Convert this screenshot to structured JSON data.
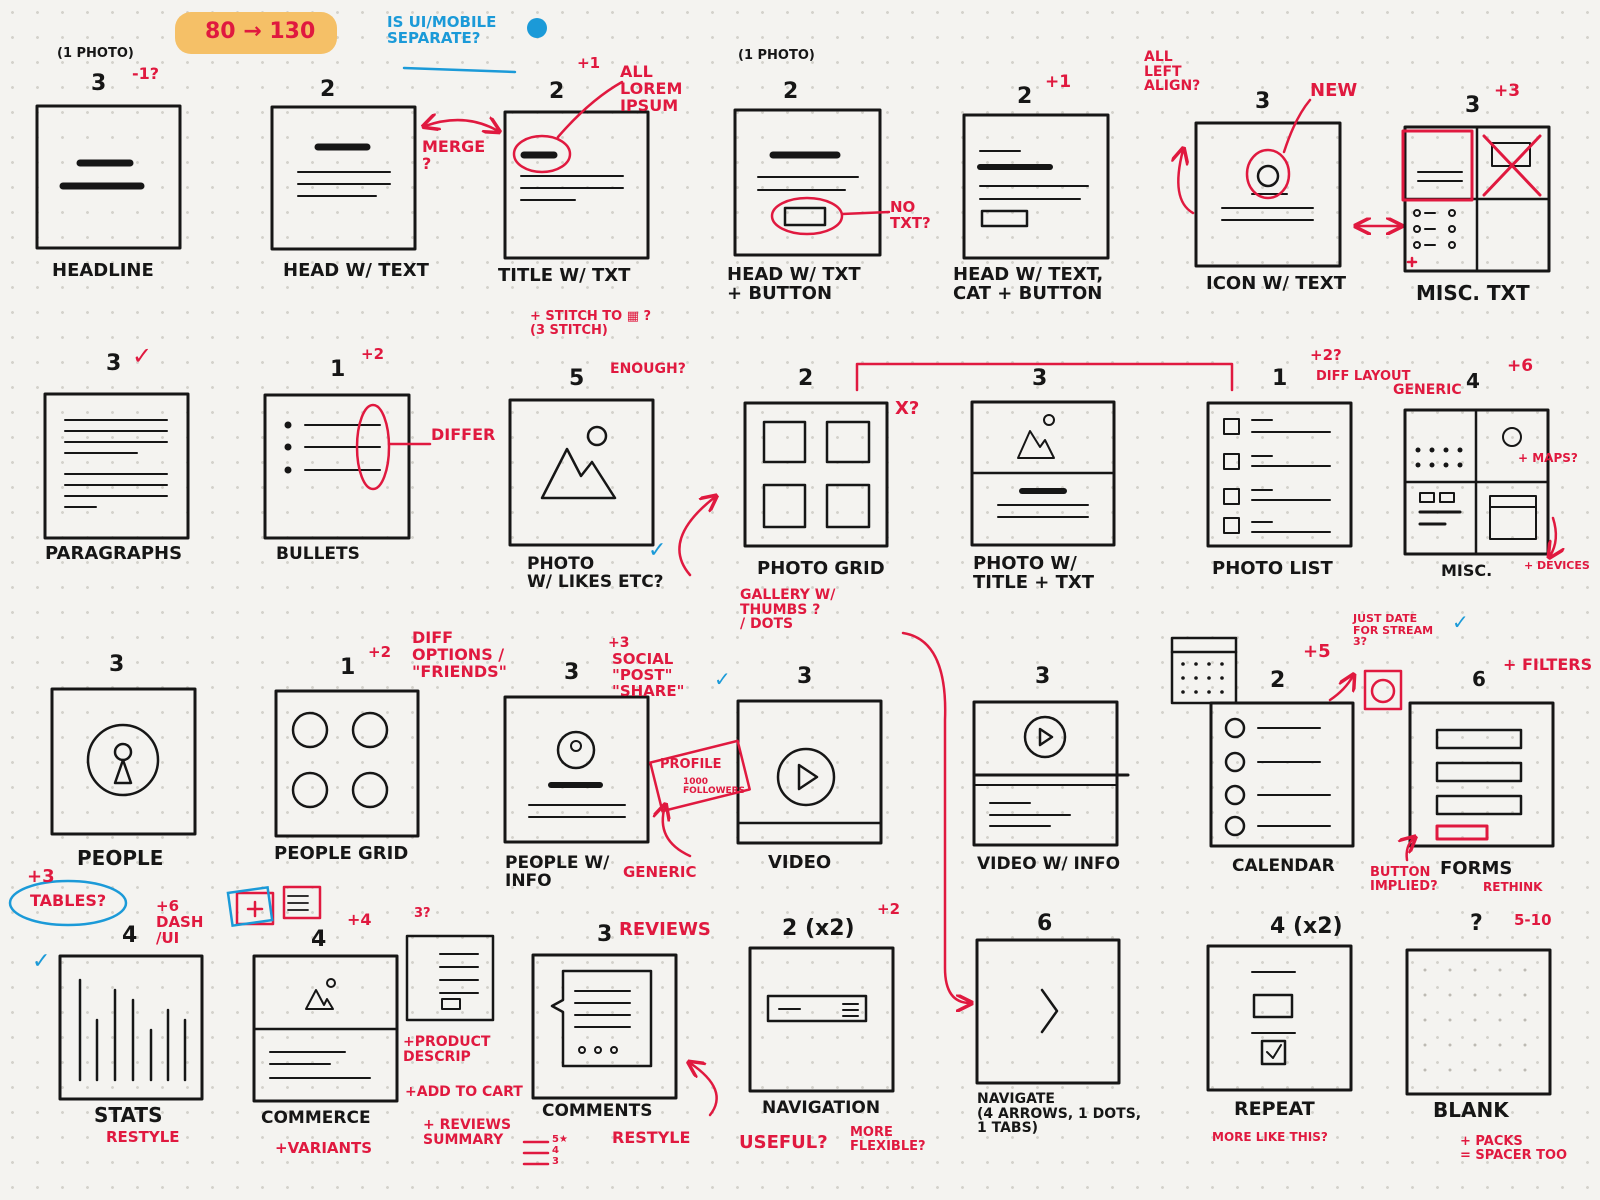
{
  "header": {
    "highlight": "80 → 130",
    "question": "IS UI/MOBILE\nSEPARATE?"
  },
  "colors": {
    "ink": "#161616",
    "annotation_red": "#e0193f",
    "annotation_blue": "#1b9ad8",
    "highlight_yellow": "#f5c067",
    "paper": "#f4f3f0"
  },
  "cards": [
    {
      "label": "HEADLINE",
      "count": "3",
      "photo_note": "(1 PHOTO)",
      "note": "-1?"
    },
    {
      "label": "HEAD W/ TEXT",
      "count": "2",
      "note": "MERGE\n?"
    },
    {
      "label": "TITLE W/ TXT",
      "count": "2",
      "delta": "+1",
      "note": "ALL\nLOREM\nIPSUM"
    },
    {
      "label": "HEAD W/ TXT\n+ BUTTON",
      "count": "2",
      "photo_note": "(1 PHOTO)",
      "note": "NO\nTXT?"
    },
    {
      "label": "HEAD W/ TEXT,\nCAT + BUTTON",
      "count": "2",
      "delta": "+1"
    },
    {
      "label": "ICON W/ TEXT",
      "count": "3",
      "note": "NEW",
      "note2": "ALL\nLEFT\nALIGN?"
    },
    {
      "label": "MISC. TXT",
      "count": "3",
      "delta": "+3"
    },
    {
      "label": "PARAGRAPHS",
      "count": "3",
      "mark": "✓"
    },
    {
      "label": "BULLETS",
      "count": "1",
      "delta": "+2",
      "note": "DIFFER"
    },
    {
      "label": "PHOTO\nW/ LIKES ETC?",
      "count": "5",
      "note": "+ STITCH TO ▦ ?\n(3 STITCH)",
      "note2": "ENOUGH?",
      "mark": "✓"
    },
    {
      "label": "PHOTO GRID",
      "count": "2",
      "note": "X?",
      "note2": "GALLERY W/\nTHUMBS ?\n/ DOTS"
    },
    {
      "label": "PHOTO W/\nTITLE + TXT",
      "count": "3"
    },
    {
      "label": "PHOTO LIST",
      "count": "1",
      "delta": "+2?",
      "note": "DIFF LAYOUT"
    },
    {
      "label": "MISC.",
      "count": "4",
      "delta": "+6",
      "note": "GENERIC",
      "note2": "+ MAPS?",
      "note3": "+ DEVICES"
    },
    {
      "label": "PEOPLE",
      "count": "3"
    },
    {
      "label": "PEOPLE GRID",
      "count": "1",
      "delta": "+2",
      "note": "DIFF\nOPTIONS /\n\"FRIENDS\""
    },
    {
      "label": "PEOPLE W/\nINFO",
      "count": "3",
      "delta": "+3",
      "note": "SOCIAL\n\"POST\"\n\"SHARE\"",
      "note2": "GENERIC",
      "badge": "PROFILE",
      "badge_sub": "1000\nFOLLOWERS",
      "mark": "✓"
    },
    {
      "label": "VIDEO",
      "count": "3"
    },
    {
      "label": "VIDEO W/ INFO",
      "count": "3"
    },
    {
      "label": "CALENDAR",
      "count": "2",
      "delta": "+5",
      "note": "JUST DATE\nFOR STREAM\n3?",
      "mark": "✓"
    },
    {
      "label": "FORMS",
      "count": "6",
      "note": "+ FILTERS",
      "note2": "BUTTON\nIMPLIED?",
      "note3": "RETHINK"
    },
    {
      "label": "STATS",
      "count": "4",
      "delta": "+3",
      "note": "TABLES?",
      "note2": "RESTYLE",
      "note3": "+6\nDASH\n/UI",
      "mark": "✓"
    },
    {
      "label": "COMMERCE",
      "count": "4",
      "delta": "+4",
      "note": "+PRODUCT\nDESCRIP",
      "note2": "+ADD TO CART",
      "note3": "+ REVIEWS\nSUMMARY",
      "note4": "+VARIANTS",
      "note5": "3?",
      "stars": [
        "5★",
        "4",
        "3"
      ]
    },
    {
      "label": "COMMENTS",
      "count": "3",
      "note": "REVIEWS",
      "note2": "RESTYLE"
    },
    {
      "label": "NAVIGATION",
      "count": "2 (x2)",
      "delta": "+2",
      "note": "USEFUL?",
      "note2": "MORE\nFLEXIBLE?"
    },
    {
      "label": "NAVIGATE\n(4 ARROWS, 1 DOTS,\n1 TABS)",
      "count": "6"
    },
    {
      "label": "REPEAT",
      "count": "4 (x2)",
      "note": "MORE LIKE THIS?"
    },
    {
      "label": "BLANK",
      "count": "?",
      "delta": "5-10",
      "note": "+ PACKS\n= SPACER TOO"
    }
  ]
}
